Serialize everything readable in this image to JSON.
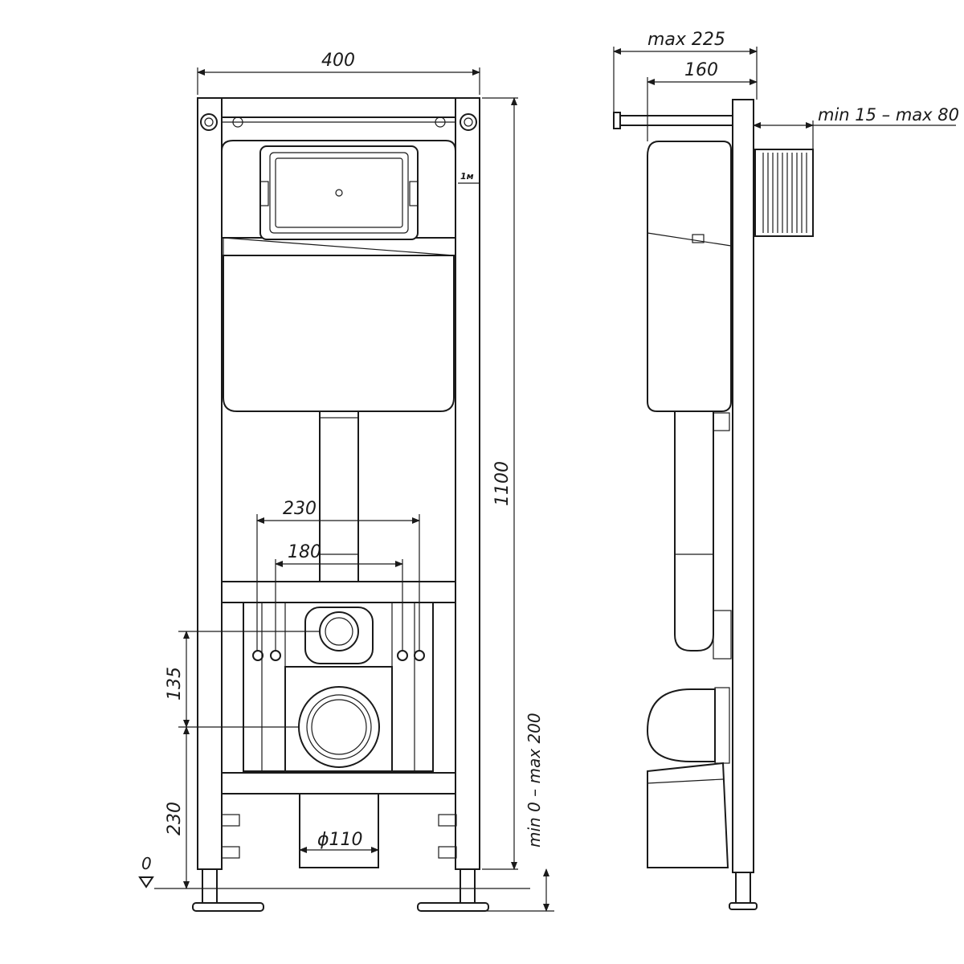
{
  "dimensions": {
    "width_400": "400",
    "height_1100": "1100",
    "spacing_230": "230",
    "spacing_180": "180",
    "height_135": "135",
    "height_230": "230",
    "pipe_diameter": "ϕ110",
    "floor_zero": "0",
    "leg_adjust": "min 0 – max 200",
    "side_max_225": "max 225",
    "side_160": "160",
    "wall_range": "min 15 – max 80"
  },
  "labels": {
    "level_mark": "1м"
  },
  "colors": {
    "line": "#1a1a1a",
    "background": "#ffffff"
  }
}
